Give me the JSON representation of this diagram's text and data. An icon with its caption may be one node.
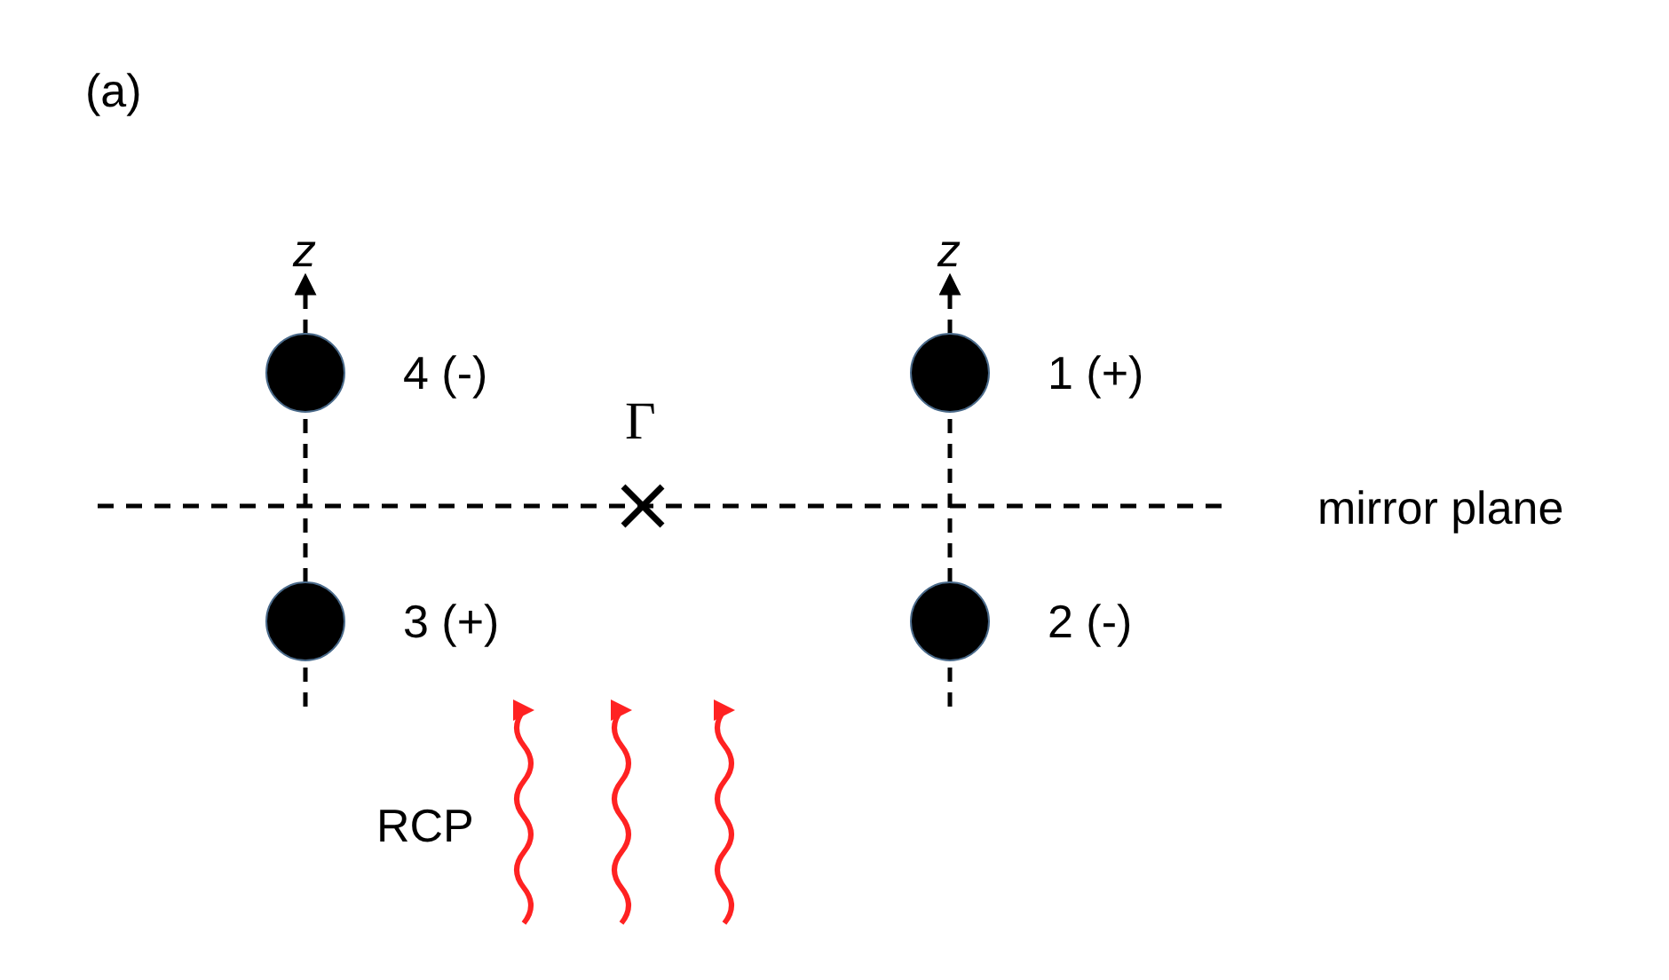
{
  "diagram": {
    "nodes": [
      {
        "text": [],
        "shape": "circle",
        "beside": [
          "4 (-)"
        ]
      },
      {
        "text": [],
        "shape": "circle",
        "beside": [
          "1 (+)"
        ]
      },
      {
        "text": [],
        "shape": "cross",
        "beside": [
          "Γ"
        ]
      },
      {
        "text": [],
        "shape": "circle",
        "beside": [
          "3 (+)"
        ]
      },
      {
        "text": [],
        "shape": "circle",
        "beside": [
          "2 (-)"
        ]
      }
    ],
    "edges": [],
    "labels": [
      "(a)",
      "z",
      "z",
      "mirror plane",
      "RCP"
    ]
  }
}
